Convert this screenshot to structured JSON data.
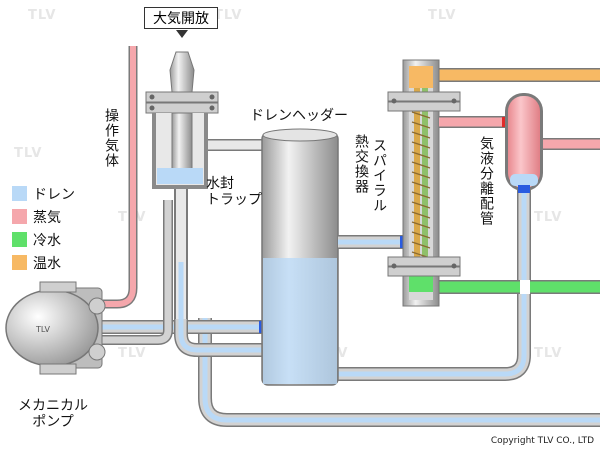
{
  "labels": {
    "vent": "大気開放",
    "air_pipe": "操作気体",
    "water_seal": "水封\nトラップ",
    "drain_header": "ドレンヘッダー",
    "spiral": "スパイラル",
    "exchanger": "熱交換器",
    "separator": "気液分離配管",
    "pump": "メカニカル\nポンプ",
    "pump_logo": "TLV",
    "copyright": "Copyright TLV CO., LTD"
  },
  "legend": [
    {
      "label": "ドレン",
      "color": "#b9d9f7"
    },
    {
      "label": "蒸気",
      "color": "#f5a7ac"
    },
    {
      "label": "冷水",
      "color": "#5fe06a"
    },
    {
      "label": "温水",
      "color": "#f7b964"
    }
  ],
  "watermark": "TLV",
  "colors": {
    "pipe_gray": "#d2d2d2",
    "pipe_edge": "#7a7a7a",
    "drain": "#b9d9f7",
    "steam": "#f5a7ac",
    "cold": "#5fe06a",
    "hot": "#f7b964",
    "valve_blue": "#2a5be0",
    "valve_red": "#e02a2a"
  }
}
